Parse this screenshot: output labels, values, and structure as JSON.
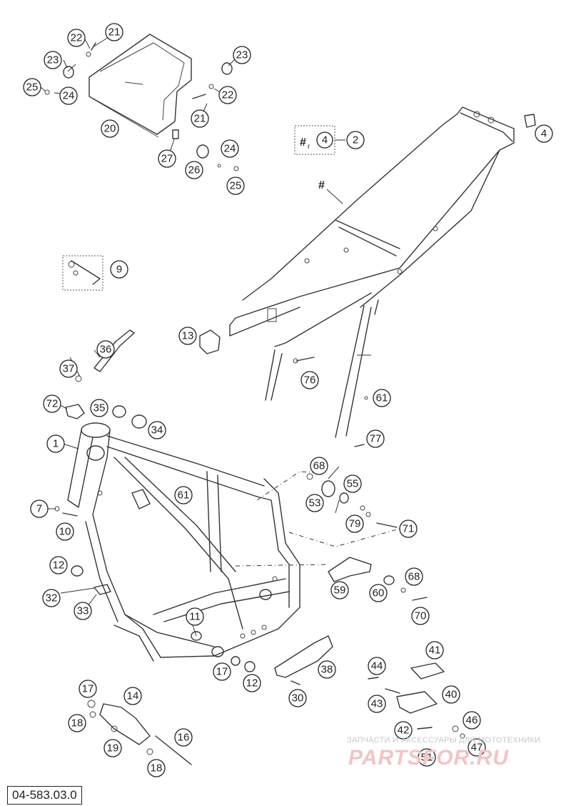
{
  "drawing_number": "04-583.03.0",
  "watermark": {
    "line1": "ЗАПЧАСТИ И АКСЕССУАРЫ ДЛЯ МОТОТЕХНИКИ",
    "line2": "PARTSFOR.RU"
  },
  "set_box": {
    "hash_label": "#",
    "hash_sub": "r",
    "circle_label": "4",
    "part_label": "2"
  },
  "subframe_hash": "#",
  "callouts": [
    "22",
    "21",
    "23",
    "25",
    "24",
    "20",
    "23",
    "22",
    "21",
    "27",
    "26",
    "24",
    "25",
    "4",
    "9",
    "13",
    "36",
    "37",
    "76",
    "61",
    "72",
    "35",
    "34",
    "1",
    "68",
    "55",
    "53",
    "61",
    "7",
    "10",
    "79",
    "71",
    "12",
    "32",
    "33",
    "59",
    "60",
    "68",
    "70",
    "11",
    "17",
    "12",
    "38",
    "41",
    "44",
    "40",
    "17",
    "14",
    "18",
    "30",
    "43",
    "16",
    "19",
    "42",
    "46",
    "47",
    "18",
    "51",
    "77"
  ]
}
